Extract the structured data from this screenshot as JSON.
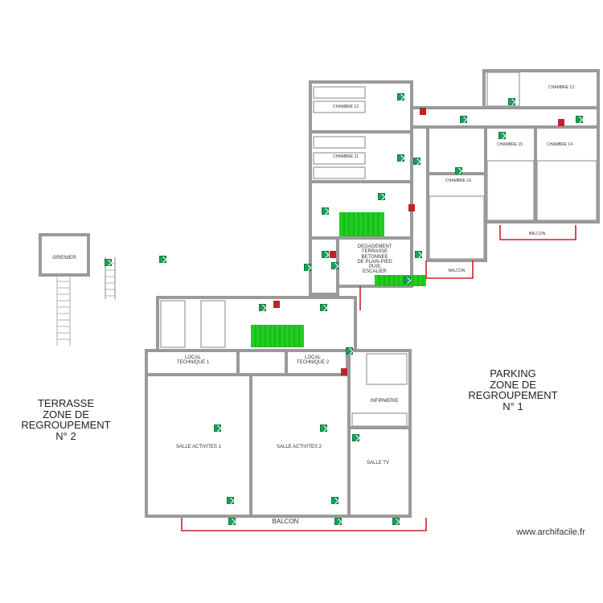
{
  "rooms": {
    "chambre_12": "CHAMBRE 12",
    "chambre_11": "CHAMBRE 11",
    "chambre_13": "CHAMBRE 13",
    "chambre_15": "CHAMBRE 15",
    "chambre_14": "CHAMBRE 14",
    "chambre_16": "CHAMBRE 16",
    "grenier": "GRENIER",
    "degagement": "DEGAGEMENT\nTERRASSE\nBETONNEE\nDE PLAIN-PIED\nPUIS\nESCALIER",
    "local_technique_1": "LOCAL\nTECHNIQUE 1",
    "local_technique_2": "LOCAL\nTECHNIQUE 2",
    "infirmerie": "INFIRMERIE",
    "salle_activites_1": "SALLE ACTIVITES 1",
    "salle_activites_2": "SALLE ACTIVITES 2",
    "salle_tv": "SALLE TV",
    "balcon_top": "BALCON",
    "balcon_mid": "BALCON",
    "balcon_bottom": "BALCON"
  },
  "zones": {
    "parking": "PARKING\nZONE DE\nREGROUPEMENT\nN° 1",
    "terrasse": "TERRASSE\nZONE DE\nREGROUPEMENT\nN° 2"
  },
  "watermark": "www.archifacile.fr",
  "colors": {
    "wall": "#9a9a9a",
    "exit_sign": "#1ba05a",
    "fire_equipment": "#c0222a",
    "balcony_rail": "#d11f2b",
    "stairs": "#22cc22"
  }
}
